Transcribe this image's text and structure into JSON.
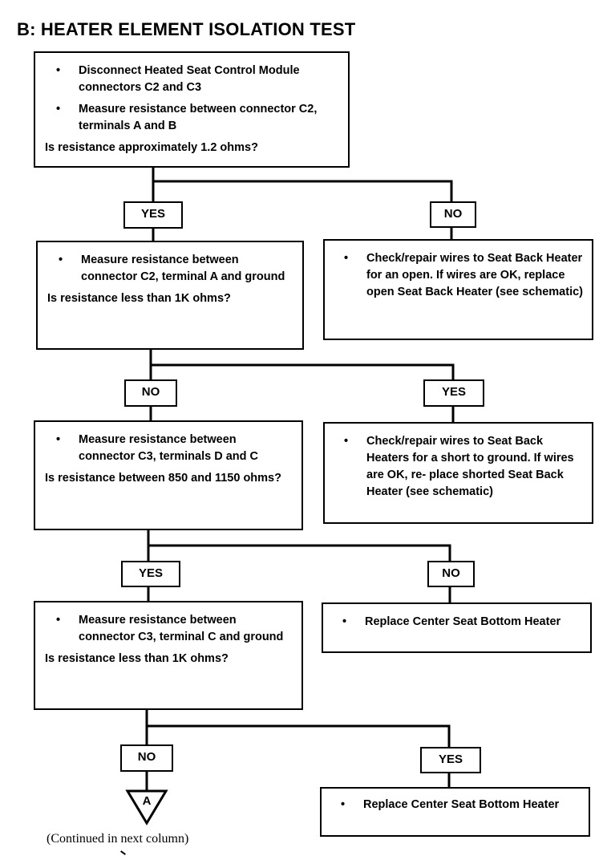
{
  "title": "B: HEATER ELEMENT ISOLATION TEST",
  "steps": [
    {
      "bullets": [
        "Disconnect Heated Seat Control Module connectors C2 and C3",
        "Measure resistance between connector C2, terminals A and B"
      ],
      "question": "Is resistance approximately 1.2 ohms?"
    },
    {
      "bullets": [
        "Measure resistance between connector C2, terminal A and ground"
      ],
      "question": "Is resistance less than 1K ohms?"
    },
    {
      "bullets": [
        "Measure resistance between connector C3, terminals D and C"
      ],
      "question": "Is resistance between 850 and 1150 ohms?"
    },
    {
      "bullets": [
        "Measure resistance between connector C3, terminal C and ground"
      ],
      "question": "Is resistance less than 1K ohms?"
    }
  ],
  "actions": [
    "Check/repair wires to Seat Back Heater for an open. If wires are OK, replace open Seat Back Heater (see schematic)",
    "Check/repair wires to Seat Back Heaters for a short to ground. If wires are OK, re- place shorted Seat Back Heater (see schematic)",
    "Replace Center Seat Bottom Heater",
    "Replace Center Seat Bottom Heater"
  ],
  "answers": {
    "row1": {
      "left": "YES",
      "right": "NO"
    },
    "row2": {
      "left": "NO",
      "right": "YES"
    },
    "row3": {
      "left": "YES",
      "right": "NO"
    },
    "row4": {
      "left": "NO",
      "right": "YES"
    }
  },
  "connector": "A",
  "footer": "(Continued in next column)"
}
